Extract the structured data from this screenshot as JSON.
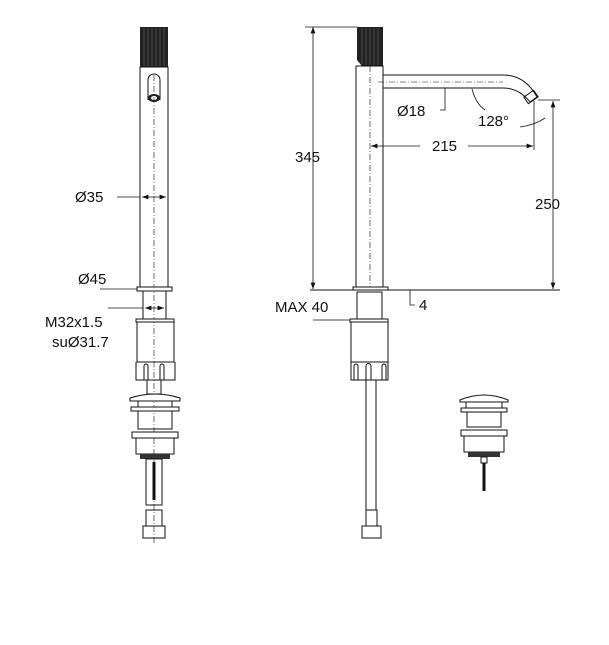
{
  "front_view": {
    "dim_body_diameter": "Ø35",
    "dim_flange_diameter": "Ø45",
    "dim_thread": "M32x1.5",
    "dim_thread_base": "suØ31.7"
  },
  "side_view": {
    "dim_total_height": "345",
    "dim_spout_diameter": "Ø18",
    "dim_spout_angle": "128°",
    "dim_spout_reach": "215",
    "dim_spout_height": "250",
    "dim_max_thickness": "MAX 40",
    "dim_flange_thickness": "4"
  }
}
